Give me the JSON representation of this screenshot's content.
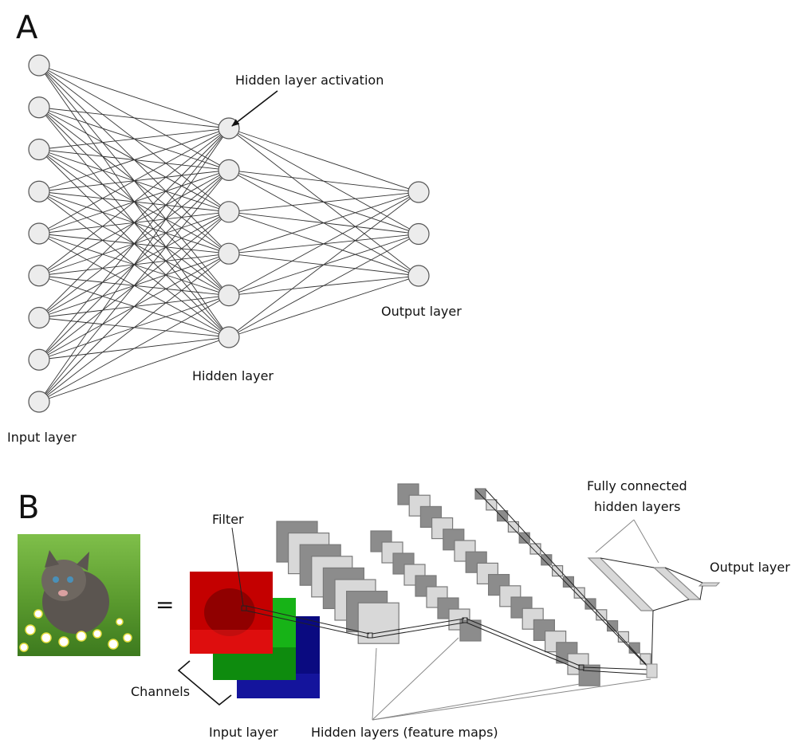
{
  "panel_a": {
    "panel_letter": "A",
    "input_layer_label": "Input layer",
    "hidden_layer_label": "Hidden layer",
    "output_layer_label": "Output layer",
    "activation_label": "Hidden layer activation",
    "input_node_count": 9,
    "hidden_node_count": 6,
    "output_node_count": 3,
    "node_fill": "#ececec",
    "node_stroke": "#555555",
    "edge_color": "#333333"
  },
  "panel_b": {
    "panel_letter": "B",
    "equals_sign": "=",
    "filter_label": "Filter",
    "channels_label": "Channels",
    "input_layer_label": "Input layer",
    "hidden_layers_label": "Hidden layers (feature maps)",
    "fully_connected_label_line1": "Fully connected",
    "fully_connected_label_line2": "hidden layers",
    "output_layer_label": "Output layer",
    "channel_colors": [
      "#cc0000",
      "#11aa11",
      "#0a0a90"
    ],
    "feature_map_dark": "#8c8c8c",
    "feature_map_light": "#d8d8d8"
  }
}
